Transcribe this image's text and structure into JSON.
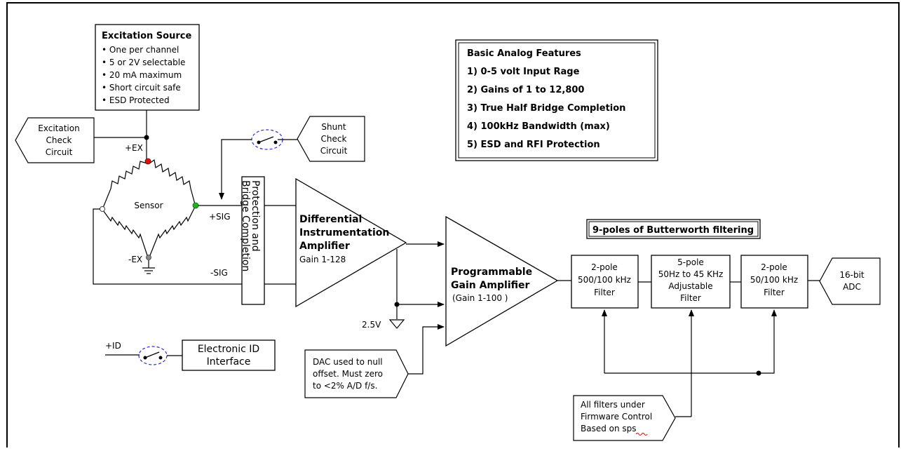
{
  "excitation_source": {
    "title": "Excitation Source",
    "items": [
      "• One per channel",
      "• 5 or 2V selectable",
      "• 20 mA maximum",
      "• Short circuit safe",
      "• ESD Protected"
    ]
  },
  "excitation_check": [
    "Excitation",
    "Check",
    "Circuit"
  ],
  "shunt_check": [
    "Shunt",
    "Check",
    "Circuit"
  ],
  "bridge": {
    "sensor": "Sensor",
    "plus_ex": "+EX",
    "minus_ex": "-EX",
    "plus_sig": "+SIG",
    "minus_sig": "-SIG"
  },
  "protection": [
    "Protection  and",
    "Bridge Completion"
  ],
  "diff_amp": {
    "lines": [
      "Differential",
      "Instrumentation",
      "Amplifier"
    ],
    "gain": "Gain 1-128"
  },
  "ref_voltage": "2.5V",
  "pga": {
    "lines": [
      "Programmable",
      "Gain Amplifier"
    ],
    "gain": "(Gain 1-100 )"
  },
  "features": {
    "title": "Basic Analog Features",
    "items": [
      "1)  0-5 volt Input Rage",
      "2)  Gains of 1 to 12,800",
      "3)  True Half Bridge Completion",
      "4)  100kHz Bandwidth (max)",
      "5)  ESD and RFI Protection"
    ]
  },
  "butterworth_label": "9-poles of Butterworth filtering",
  "filter1": [
    "2-pole",
    "500/100 kHz",
    "Filter"
  ],
  "filter2": [
    "5-pole",
    "50Hz to 45 KHz",
    "Adjustable",
    "Filter"
  ],
  "filter3": [
    "2-pole",
    "50/100 kHz",
    "Filter"
  ],
  "adc": [
    "16-bit",
    "ADC"
  ],
  "id_label": "+ID",
  "electronic_id": [
    "Electronic ID",
    "Interface"
  ],
  "dac_note": [
    "DAC used to null",
    "offset. Must zero",
    "to <2% A/D f/s."
  ],
  "firmware_note": [
    "All filters under",
    "Firmware Control",
    "Based on sps"
  ]
}
